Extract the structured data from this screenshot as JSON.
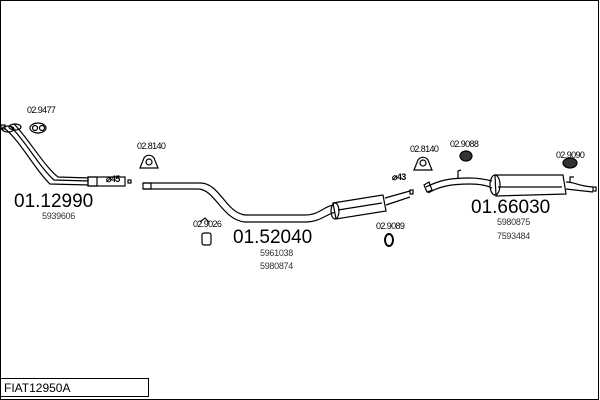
{
  "title": "FIAT12950A",
  "parts": [
    {
      "number": "01.12990",
      "oem": [
        "5939606"
      ]
    },
    {
      "number": "01.52040",
      "oem": [
        "5961038",
        "5980874"
      ]
    },
    {
      "number": "01.66030",
      "oem": [
        "5980875",
        "7593484"
      ]
    }
  ],
  "accessories": [
    "02.9477",
    "02.8140",
    "02.9026",
    "02.9089",
    "02.8140",
    "02.9088",
    "02.9090"
  ],
  "diameters": [
    "⌀45",
    "⌀43"
  ]
}
